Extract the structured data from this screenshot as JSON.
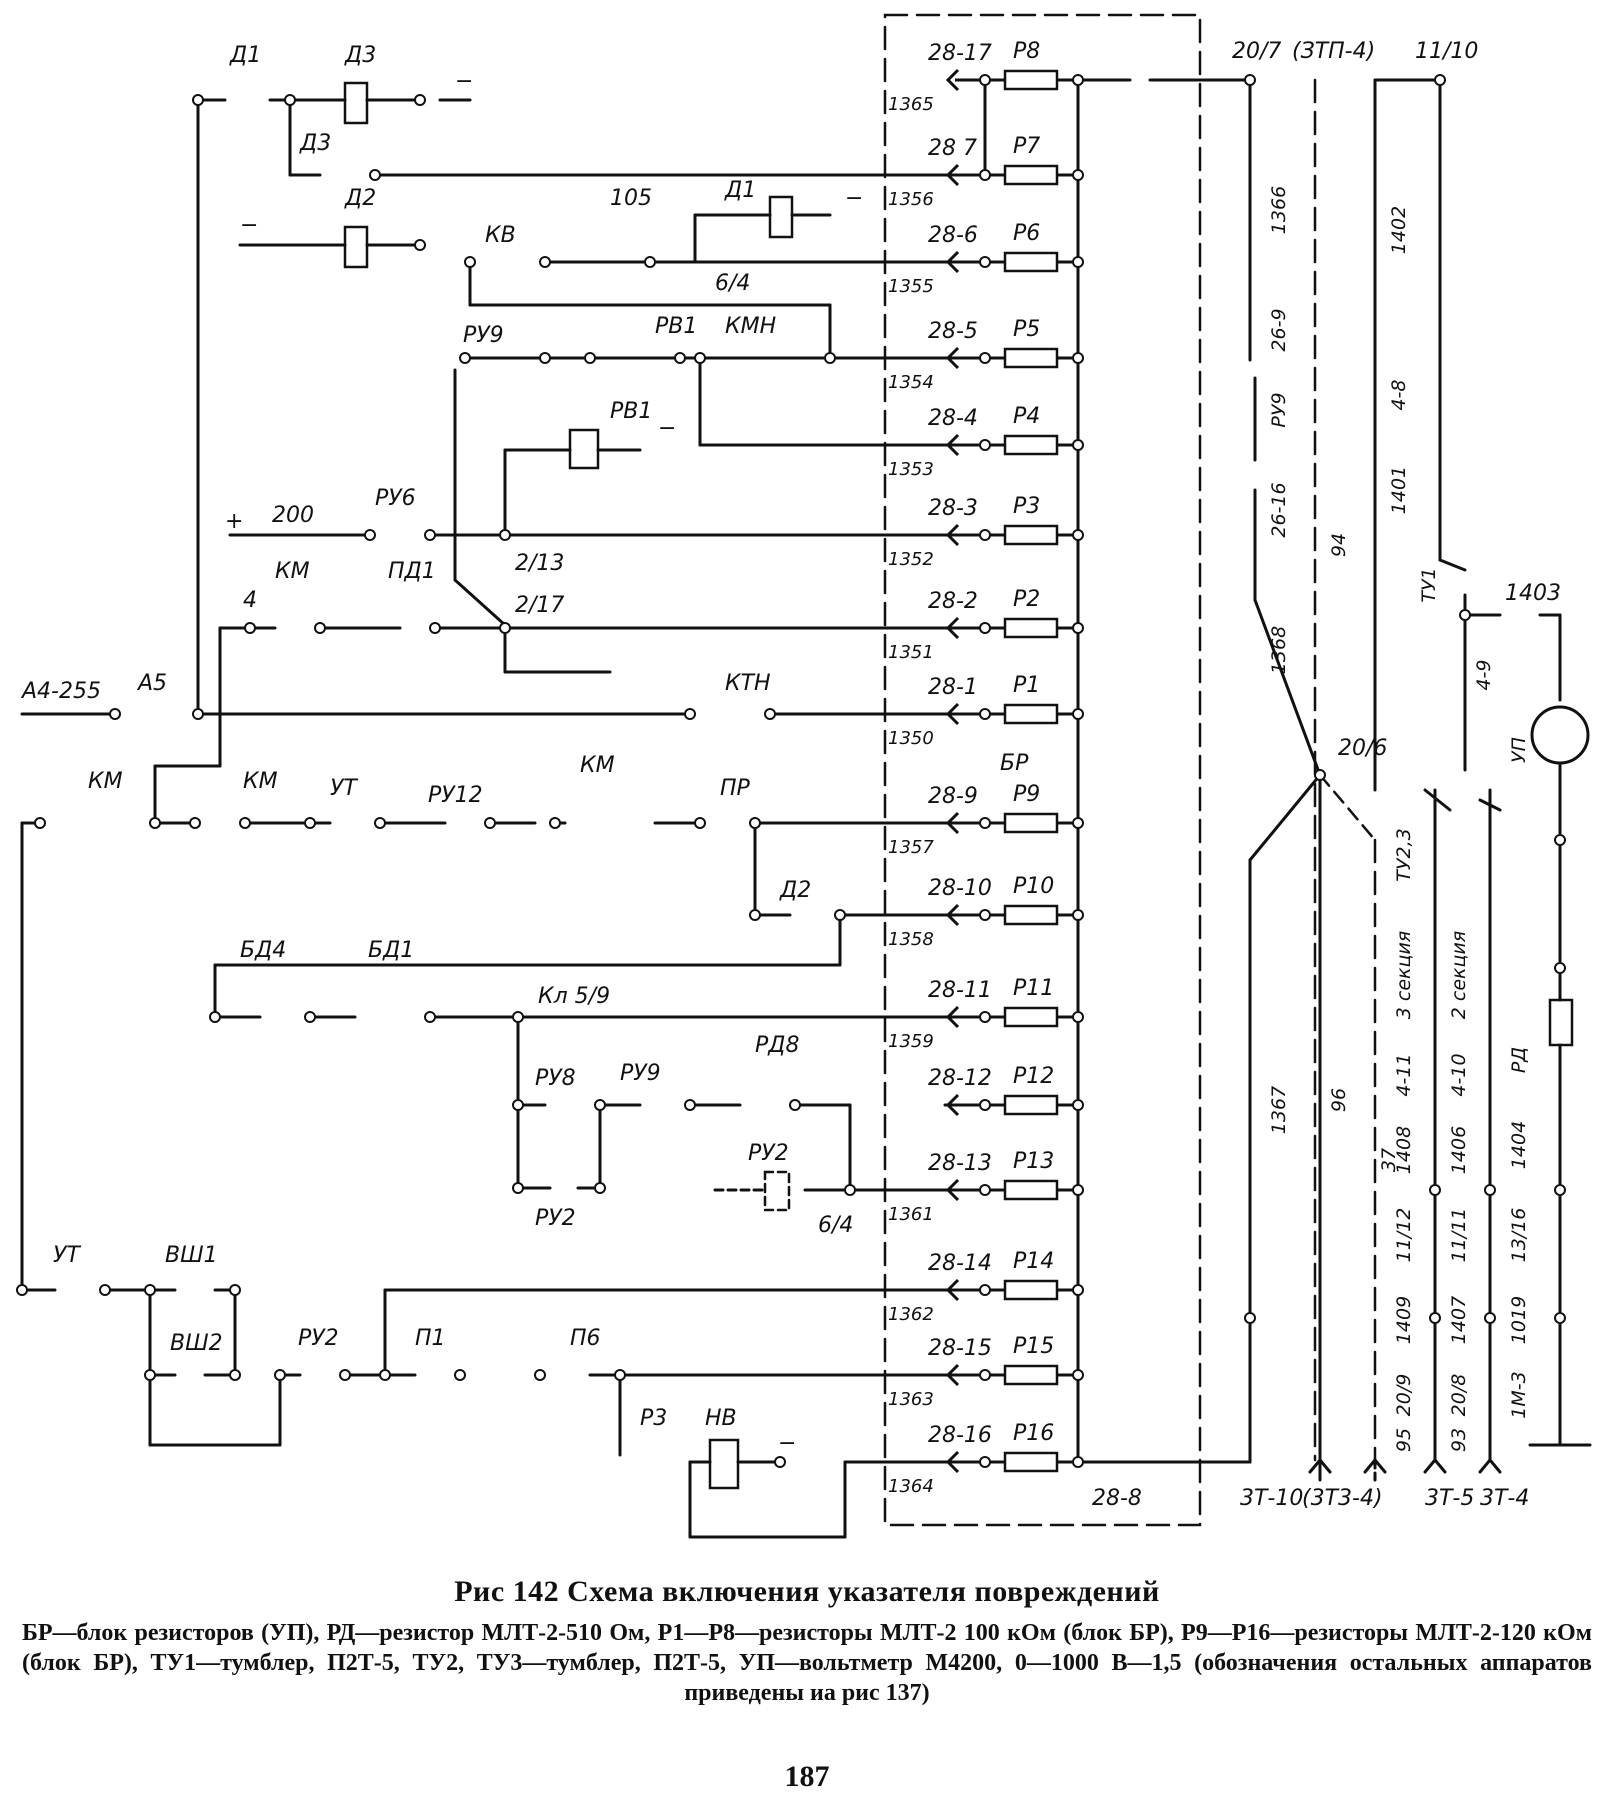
{
  "figure": {
    "title": "Рис  142  Схема включения указателя повреждений",
    "caption": "БР—блок резисторов (УП), РД—резистор МЛТ-2-510 Ом, Р1—Р8—резисторы МЛТ-2 100 кОм (блок БР), Р9—Р16—резисторы МЛТ-2-120 кОм (блок БР), ТУ1—тумблер, П2Т-5, ТУ2, ТУ3—тумблер, П2Т-5, УП—вольтметр М4200, 0—1000 В—1,5 (обозначения остальных аппаратов приведены иа рис  137)",
    "page_number": "187"
  },
  "block": {
    "label": "БР",
    "rows": [
      {
        "res": "Р8",
        "conn": "28-17",
        "wire": "1365"
      },
      {
        "res": "Р7",
        "conn": "28 7",
        "wire": "1356"
      },
      {
        "res": "Р6",
        "conn": "28-6",
        "wire": "1355"
      },
      {
        "res": "Р5",
        "conn": "28-5",
        "wire": "1354"
      },
      {
        "res": "Р4",
        "conn": "28-4",
        "wire": "1353"
      },
      {
        "res": "Р3",
        "conn": "28-3",
        "wire": "1352"
      },
      {
        "res": "Р2",
        "conn": "28-2",
        "wire": "1351"
      },
      {
        "res": "Р1",
        "conn": "28-1",
        "wire": "1350"
      },
      {
        "res": "Р9",
        "conn": "28-9",
        "wire": "1357"
      },
      {
        "res": "Р10",
        "conn": "28-10",
        "wire": "1358"
      },
      {
        "res": "Р11",
        "conn": "28-11",
        "wire": "1359"
      },
      {
        "res": "Р12",
        "conn": "28-12",
        "wire": ""
      },
      {
        "res": "Р13",
        "conn": "28-13",
        "wire": "1361"
      },
      {
        "res": "Р14",
        "conn": "28-14",
        "wire": "1362"
      },
      {
        "res": "Р15",
        "conn": "28-15",
        "wire": "1363"
      },
      {
        "res": "Р16",
        "conn": "28-16",
        "wire": "1364"
      }
    ],
    "out_connector": "28-8"
  },
  "labels": [
    {
      "id": "D1",
      "text": "Д1"
    },
    {
      "id": "D3",
      "text": "Д3"
    },
    {
      "id": "D3b",
      "text": "Д3"
    },
    {
      "id": "D2",
      "text": "Д2"
    },
    {
      "id": "minus1",
      "text": "−"
    },
    {
      "id": "minus2",
      "text": "−"
    },
    {
      "id": "KV",
      "text": "КВ"
    },
    {
      "id": "105",
      "text": "105"
    },
    {
      "id": "D1b",
      "text": "Д1"
    },
    {
      "id": "minus3",
      "text": "−"
    },
    {
      "id": "64a",
      "text": "6/4"
    },
    {
      "id": "RU9",
      "text": "РУ9"
    },
    {
      "id": "RV1",
      "text": "РВ1"
    },
    {
      "id": "KMN",
      "text": "КМН"
    },
    {
      "id": "RV1b",
      "text": "РВ1"
    },
    {
      "id": "minus4",
      "text": "−"
    },
    {
      "id": "plus",
      "text": "+"
    },
    {
      "id": "200",
      "text": "200"
    },
    {
      "id": "RU6",
      "text": "РУ6"
    },
    {
      "id": "213",
      "text": "2/13"
    },
    {
      "id": "KM1",
      "text": "КМ"
    },
    {
      "id": "PD1",
      "text": "ПД1"
    },
    {
      "id": "4",
      "text": "4"
    },
    {
      "id": "217",
      "text": "2/17"
    },
    {
      "id": "A4",
      "text": "А4-255"
    },
    {
      "id": "A5",
      "text": "А5"
    },
    {
      "id": "KTN",
      "text": "КТН"
    },
    {
      "id": "KM2",
      "text": "КМ"
    },
    {
      "id": "KM3",
      "text": "КМ"
    },
    {
      "id": "UT",
      "text": "УТ"
    },
    {
      "id": "RU12",
      "text": "РУ12"
    },
    {
      "id": "KM4",
      "text": "КМ"
    },
    {
      "id": "PR",
      "text": "ПР"
    },
    {
      "id": "D2b",
      "text": "Д2"
    },
    {
      "id": "BD4",
      "text": "БД4"
    },
    {
      "id": "BD1",
      "text": "БД1"
    },
    {
      "id": "Kl",
      "text": "Кл 5/9"
    },
    {
      "id": "RU8",
      "text": "РУ8"
    },
    {
      "id": "RU9b",
      "text": "РУ9"
    },
    {
      "id": "RD8",
      "text": "РД8"
    },
    {
      "id": "RU2",
      "text": "РУ2"
    },
    {
      "id": "RU2b",
      "text": "РУ2"
    },
    {
      "id": "64b",
      "text": "6/4"
    },
    {
      "id": "UT2",
      "text": "УТ"
    },
    {
      "id": "VSh1",
      "text": "ВШ1"
    },
    {
      "id": "VSh2",
      "text": "ВШ2"
    },
    {
      "id": "RU2c",
      "text": "РУ2"
    },
    {
      "id": "P1",
      "text": "П1"
    },
    {
      "id": "P6",
      "text": "П6"
    },
    {
      "id": "R3",
      "text": "Р3"
    },
    {
      "id": "NV",
      "text": "НВ"
    },
    {
      "id": "minus5",
      "text": "−"
    },
    {
      "id": "207",
      "text": "20/7"
    },
    {
      "id": "ZTP",
      "text": "(ЗТП-4)"
    },
    {
      "id": "1110",
      "text": "11/10"
    },
    {
      "id": "206",
      "text": "20/6"
    },
    {
      "id": "1403",
      "text": "1403"
    },
    {
      "id": "ZT10",
      "text": "3Т-10"
    },
    {
      "id": "ZTZ",
      "text": "(3Т3-4)"
    },
    {
      "id": "ZT5",
      "text": "3Т-5"
    },
    {
      "id": "ZT4",
      "text": "3Т-4"
    }
  ],
  "vertical_labels": [
    {
      "id": "1366",
      "text": "1366"
    },
    {
      "id": "269",
      "text": "26-9"
    },
    {
      "id": "RU9v",
      "text": "РУ9"
    },
    {
      "id": "2616",
      "text": "26-16"
    },
    {
      "id": "94",
      "text": "94"
    },
    {
      "id": "1368",
      "text": "1368"
    },
    {
      "id": "1402",
      "text": "1402"
    },
    {
      "id": "48",
      "text": "4-8"
    },
    {
      "id": "1401",
      "text": "1401"
    },
    {
      "id": "TU1",
      "text": "ТУ1"
    },
    {
      "id": "49",
      "text": "4-9"
    },
    {
      "id": "UP",
      "text": "УП"
    },
    {
      "id": "TU23",
      "text": "ТУ2,3"
    },
    {
      "id": "sec3",
      "text": "3 секция"
    },
    {
      "id": "sec2",
      "text": "2 секция"
    },
    {
      "id": "411",
      "text": "4-11"
    },
    {
      "id": "410",
      "text": "4-10"
    },
    {
      "id": "RD",
      "text": "РД"
    },
    {
      "id": "1408",
      "text": "1408"
    },
    {
      "id": "1406",
      "text": "1406"
    },
    {
      "id": "1404",
      "text": "1404"
    },
    {
      "id": "1112",
      "text": "11/12"
    },
    {
      "id": "1111",
      "text": "11/11"
    },
    {
      "id": "1316",
      "text": "13/16"
    },
    {
      "id": "1409",
      "text": "1409"
    },
    {
      "id": "1407",
      "text": "1407"
    },
    {
      "id": "1019",
      "text": "1019"
    },
    {
      "id": "209",
      "text": "20/9"
    },
    {
      "id": "208",
      "text": "20/8"
    },
    {
      "id": "1M3",
      "text": "1М-3"
    },
    {
      "id": "1367",
      "text": "1367"
    },
    {
      "id": "96",
      "text": "96"
    },
    {
      "id": "37",
      "text": "37"
    },
    {
      "id": "95",
      "text": "95"
    },
    {
      "id": "93",
      "text": "93"
    }
  ]
}
